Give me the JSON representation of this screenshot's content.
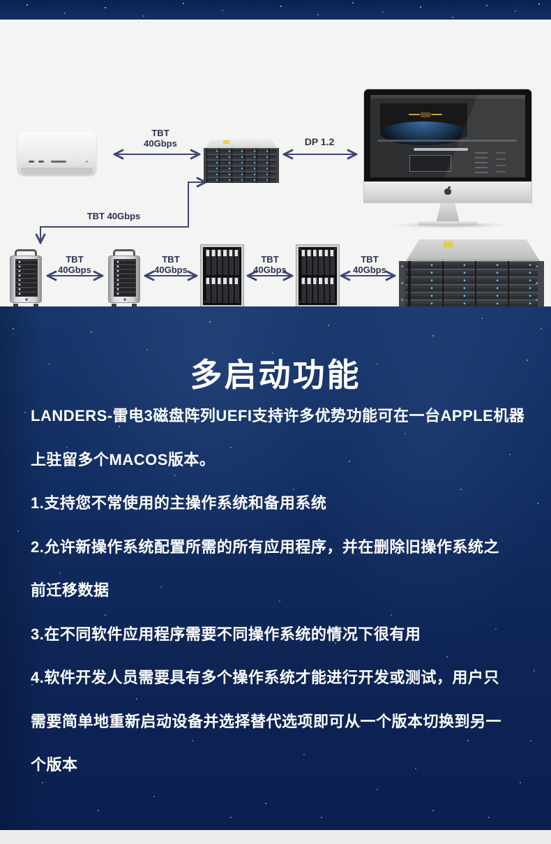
{
  "colors": {
    "dark_bg": "#0d2454",
    "light_bg": "#f4f4f2",
    "arrow": "#3d4577",
    "diagram_label": "#2b3150"
  },
  "diagram": {
    "labels": {
      "tbt_top": "TBT\n40Gbps",
      "dp": "DP 1.2",
      "tbt_elbow": "TBT 40Gbps",
      "row": [
        "TBT\n40Gbps",
        "TBT\n40Gbps",
        "TBT\n40Gbps",
        "TBT\n40Gbps"
      ]
    },
    "icons": {
      "imac_logo": "apple-logo"
    }
  },
  "content": {
    "title": "多启动功能",
    "lines": [
      "LANDERS-雷电3磁盘阵列UEFI支持许多优势功能可在一台APPLE机器",
      "上驻留多个MACOS版本。",
      "1.支持您不常使用的主操作系统和备用系统",
      "2.允许新操作系统配置所需的所有应用程序，并在删除旧操作系统之",
      "前迁移数据",
      "3.在不同软件应用程序需要不同操作系统的情况下很有用",
      "4.软件开发人员需要具有多个操作系统才能进行开发或测试，用户只",
      "需要简单地重新启动设备并选择替代选项即可从一个版本切换到另一",
      "个版本"
    ]
  }
}
